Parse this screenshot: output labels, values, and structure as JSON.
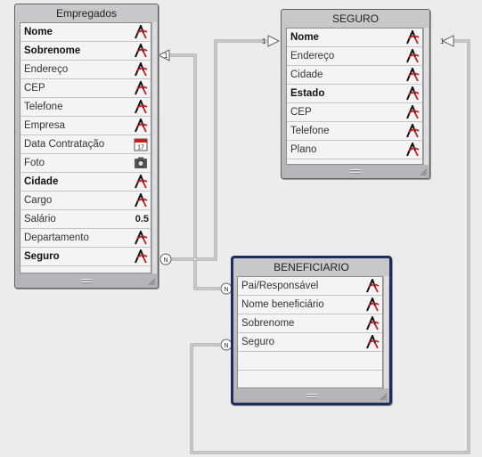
{
  "colors": {
    "background": "#ececec",
    "selected_border": "#1b2f5e",
    "link": "#8f8f93",
    "text_icon_red": "#c81e1e"
  },
  "tables": {
    "empregados": {
      "title": "Empregados",
      "fields": [
        {
          "label": "Nome",
          "bold": true,
          "icon": "text-type-icon"
        },
        {
          "label": "Sobrenome",
          "bold": true,
          "icon": "text-type-icon"
        },
        {
          "label": "Endereço",
          "bold": false,
          "icon": "text-type-icon"
        },
        {
          "label": "CEP",
          "bold": false,
          "icon": "text-type-icon"
        },
        {
          "label": "Telefone",
          "bold": false,
          "icon": "text-type-icon"
        },
        {
          "label": "Empresa",
          "bold": false,
          "icon": "text-type-icon"
        },
        {
          "label": "Data Contratação",
          "bold": false,
          "icon": "date-type-icon",
          "icon_text": "17"
        },
        {
          "label": "Foto",
          "bold": false,
          "icon": "picture-type-icon"
        },
        {
          "label": "Cidade",
          "bold": true,
          "icon": "text-type-icon"
        },
        {
          "label": "Cargo",
          "bold": false,
          "icon": "text-type-icon"
        },
        {
          "label": "Salário",
          "bold": false,
          "icon": "number-type-icon",
          "icon_text": "0.5"
        },
        {
          "label": "Departamento",
          "bold": false,
          "icon": "text-type-icon"
        },
        {
          "label": "Seguro",
          "bold": true,
          "icon": "text-type-icon"
        }
      ]
    },
    "seguro": {
      "title": "SEGURO",
      "fields": [
        {
          "label": "Nome",
          "bold": true,
          "icon": "text-type-icon"
        },
        {
          "label": "Endereço",
          "bold": false,
          "icon": "text-type-icon"
        },
        {
          "label": "Cidade",
          "bold": false,
          "icon": "text-type-icon"
        },
        {
          "label": "Estado",
          "bold": true,
          "icon": "text-type-icon"
        },
        {
          "label": "CEP",
          "bold": false,
          "icon": "text-type-icon"
        },
        {
          "label": "Telefone",
          "bold": false,
          "icon": "text-type-icon"
        },
        {
          "label": "Plano",
          "bold": false,
          "icon": "text-type-icon"
        }
      ]
    },
    "beneficiario": {
      "title": "BENEFICIARIO",
      "fields": [
        {
          "label": "Pai/Responsável",
          "bold": false,
          "icon": "text-type-icon"
        },
        {
          "label": "Nome beneficiário",
          "bold": false,
          "icon": "text-type-icon"
        },
        {
          "label": "Sobrenome",
          "bold": false,
          "icon": "text-type-icon"
        },
        {
          "label": "Seguro",
          "bold": false,
          "icon": "text-type-icon"
        }
      ]
    }
  },
  "relation_labels": {
    "one": "1",
    "many": "N"
  }
}
